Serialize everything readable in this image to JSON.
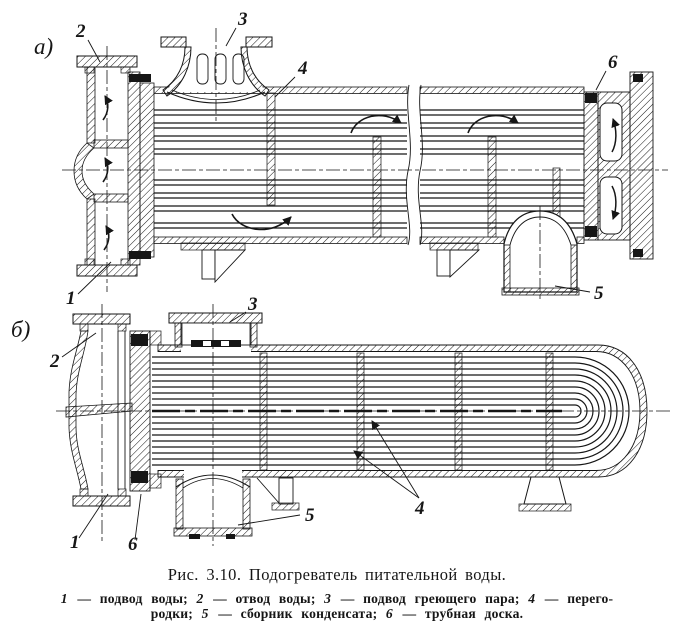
{
  "figure": {
    "view_a": {
      "label": "а)"
    },
    "view_b": {
      "label": "б)"
    },
    "callouts": {
      "c1": "1",
      "c2": "2",
      "c3": "3",
      "c4": "4",
      "c5": "5",
      "c6": "6"
    }
  },
  "caption": {
    "title": "Рис. 3.10. Подогреватель питательной воды.",
    "legend_items": [
      {
        "num": "1",
        "label": "подвод воды"
      },
      {
        "num": "2",
        "label": "отвод воды"
      },
      {
        "num": "3",
        "label": "подвод греющего пара"
      },
      {
        "num": "4",
        "label": "перегородки"
      },
      {
        "num": "5",
        "label": "сборник конденсата"
      },
      {
        "num": "6",
        "label": "трубная доска"
      }
    ],
    "legend_lines": [
      [
        {
          "num": "1",
          "text": " — подвод воды; "
        },
        {
          "num": "2",
          "text": " — отвод воды; "
        },
        {
          "num": "3",
          "text": " — подвод греющего пара; "
        },
        {
          "num": "4",
          "text": " — перего-"
        }
      ],
      [
        {
          "text": "родки; "
        },
        {
          "num": "5",
          "text": " — сборник конденсата; "
        },
        {
          "num": "6",
          "text": " — трубная доска."
        }
      ]
    ]
  },
  "colors": {
    "ink": "#161616",
    "paper": "#ffffff"
  }
}
